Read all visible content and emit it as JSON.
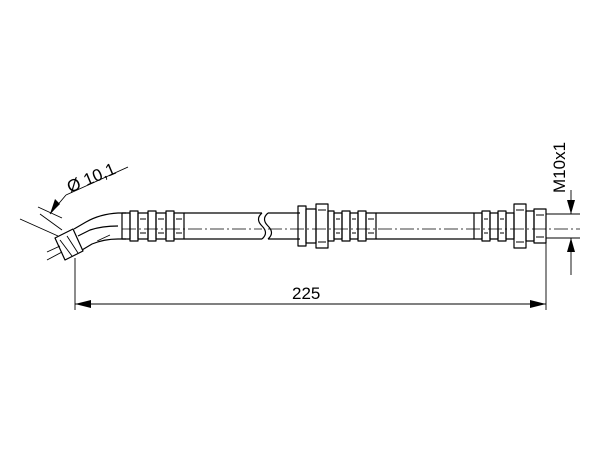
{
  "dimensions": {
    "length_label": "225",
    "diameter_label": "Ø 10,1",
    "thread_label": "M10x1"
  },
  "colors": {
    "line": "#000000",
    "background": "#ffffff"
  }
}
